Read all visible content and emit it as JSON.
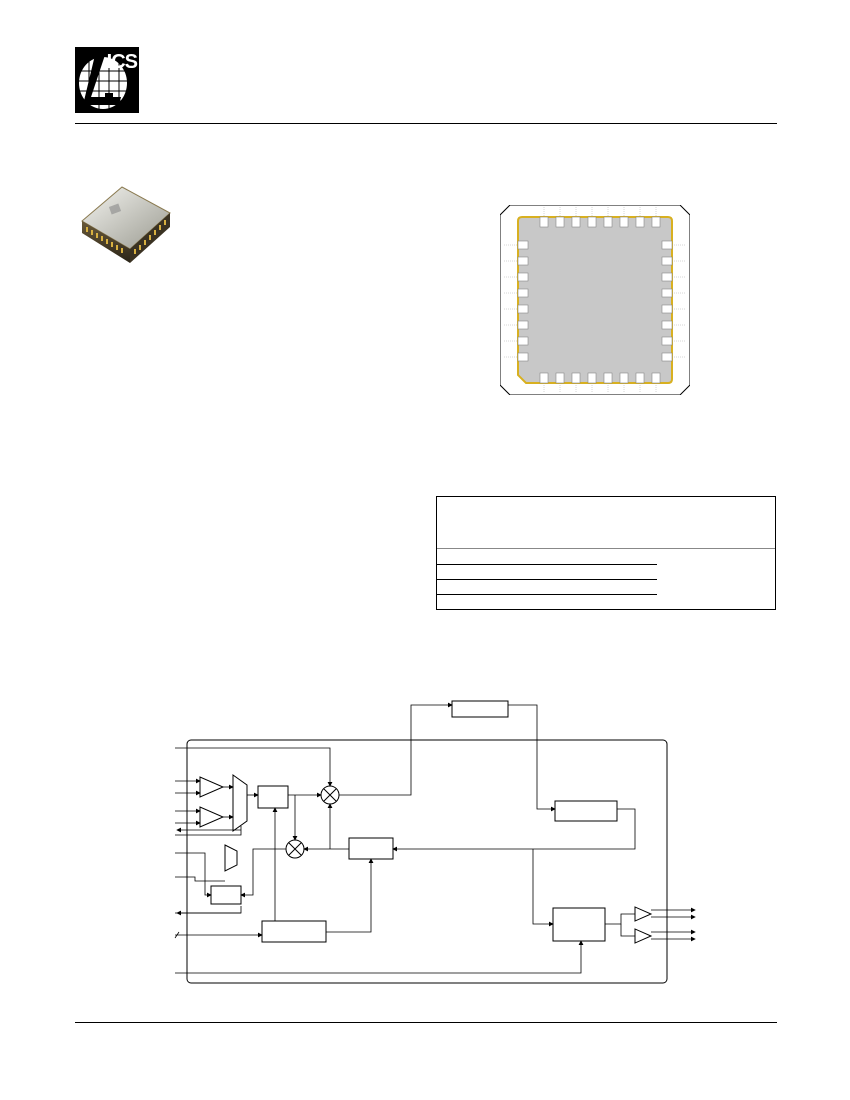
{
  "header": {
    "logo_text": "ICS"
  },
  "icons": {
    "logo": "ics-company-logo",
    "photo": "ceramic-chip-package-photo",
    "pinout": "chip-carrier-pinout-diagram",
    "diagram": "functional-block-diagram"
  },
  "colors": {
    "text": "#000000",
    "package_body": "#c8c8c8",
    "pad_outline": "#d8b020"
  },
  "spec_table": {
    "rows": 4
  }
}
